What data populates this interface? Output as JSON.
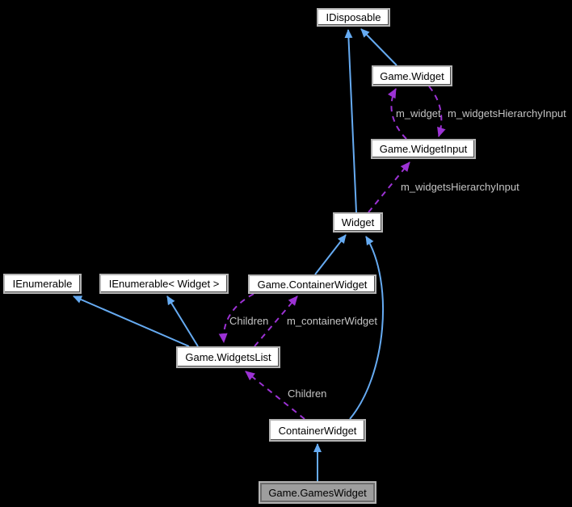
{
  "diagram": {
    "type": "class-collaboration-diagram",
    "colors": {
      "background": "#000000",
      "inheritance_arrow": "#66abf2",
      "usage_arrow": "#9c32d4",
      "node_fill": "#ffffff",
      "node_border": "#b4b4b4",
      "node_text": "#000000",
      "highlight_node_fill": "#9e9e9e",
      "edge_label_text": "#c4c4c4"
    },
    "nodes": {
      "idisposable": "IDisposable",
      "game_widget": "Game.Widget",
      "game_widgetinput": "Game.WidgetInput",
      "widget": "Widget",
      "ienumerable": "IEnumerable",
      "ienumerable_widget": "IEnumerable< Widget >",
      "game_containerwidget": "Game.ContainerWidget",
      "game_widgetslist": "Game.WidgetsList",
      "containerwidget": "ContainerWidget",
      "game_gameswidget": "Game.GamesWidget"
    },
    "edge_labels": {
      "m_widget": "m_widget",
      "m_widgetsHierarchyInput": "m_widgetsHierarchyInput",
      "children": "Children",
      "m_containerWidget": "m_containerWidget"
    }
  }
}
